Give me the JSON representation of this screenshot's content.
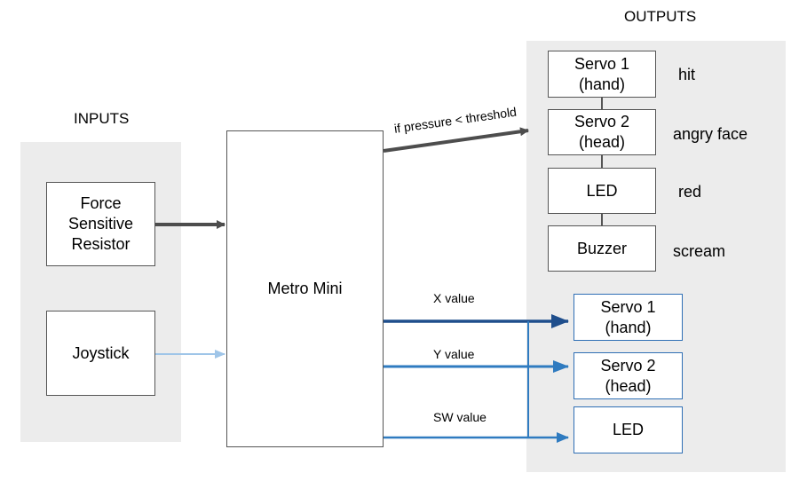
{
  "headings": {
    "inputs": "INPUTS",
    "outputs": "OUTPUTS"
  },
  "inputs": [
    {
      "id": "fsr",
      "label": "Force\nSensitive\nResistor"
    },
    {
      "id": "joystick",
      "label": "Joystick"
    }
  ],
  "controller": {
    "label": "Metro Mini"
  },
  "outputs_pressure": [
    {
      "label": "Servo 1\n(hand)",
      "action": "hit"
    },
    {
      "label": "Servo 2\n(head)",
      "action": "angry face"
    },
    {
      "label": "LED",
      "action": "red"
    },
    {
      "label": "Buzzer",
      "action": "scream"
    }
  ],
  "outputs_joystick": [
    {
      "label": "Servo 1\n(hand)"
    },
    {
      "label": "Servo 2\n(head)"
    },
    {
      "label": "LED"
    }
  ],
  "edges": {
    "pressure": "if pressure < threshold",
    "x": "X value",
    "y": "Y value",
    "sw": "SW value"
  },
  "colors": {
    "panel": "#ececec",
    "arrow_dark": "#4d4d4d",
    "arrow_light_blue": "#9fc5e8",
    "arrow_navy": "#1f4e8c",
    "arrow_blue": "#2f7bc0"
  }
}
